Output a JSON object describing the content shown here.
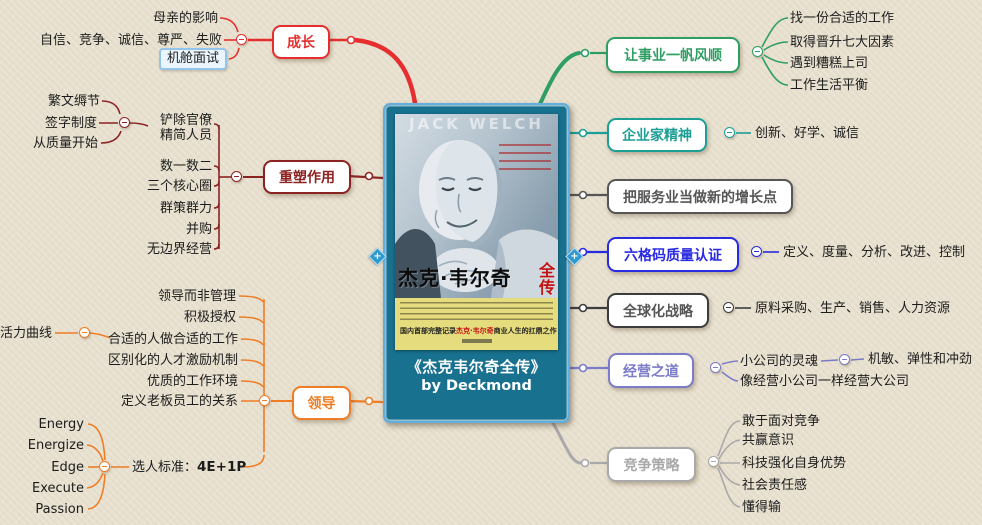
{
  "palette": {
    "background": "#e9e2d1",
    "growth_red": "#e62e2e",
    "reshape_maroon": "#8b2323",
    "lead_orange": "#ef7d25",
    "career_green": "#2f9e63",
    "entrepreneur_teal": "#1d9f96",
    "service_dark": "#565656",
    "sixsigma_blue": "#2a2ae0",
    "manage_purple": "#7b7bc8",
    "compete_gray": "#a9a9a9",
    "center_fill": "#17718f",
    "center_border": "#63aede",
    "highlight_border": "#93c4e9"
  },
  "center": {
    "cover_watermark": "JACK WELCH",
    "book_title_main": "杰克·韦尔奇",
    "book_title_suffix": "全传",
    "banner_pre": "国内首部完整记录",
    "banner_red": "杰克·韦尔奇",
    "banner_post": "商业人生的扛鼎之作",
    "caption_line1": "《杰克韦尔奇全传》",
    "caption_line2": "by Deckmond",
    "expand_plus": "+"
  },
  "nodes": {
    "growth": {
      "label": "成长",
      "children": {
        "mother": "母亲的影响",
        "traits": "自信、竞争、诚信、尊严、失败",
        "cabin": "机舱面试"
      }
    },
    "reshape": {
      "label": "重塑作用",
      "bureaucracy_line1": "铲除官僚",
      "bureaucracy_line2": "精简人员",
      "bureaucracy_children": {
        "redtape": "繁文缛节",
        "signature": "签字制度",
        "quality": "从质量开始"
      },
      "children": {
        "no12": "数一数二",
        "circles": "三个核心圈",
        "workout": "群策群力",
        "ma": "并购",
        "boundaryless": "无边界经营"
      }
    },
    "lead": {
      "label": "领导",
      "children": {
        "lead_not_manage": "领导而非管理",
        "delegate": "积极授权",
        "right_people": "合适的人做合适的工作",
        "vitality": "活力曲线",
        "differentiation": "区别化的人才激励机制",
        "environment": "优质的工作环境",
        "boss_relation": "定义老板员工的关系",
        "criteria_prefix": "选人标准：",
        "criteria_bold": "4E+1P",
        "e1": "Energy",
        "e2": "Energize",
        "e3": "Edge",
        "e4": "Execute",
        "e5": "Passion"
      }
    },
    "career": {
      "label": "让事业一帆风顺",
      "children": {
        "job": "找一份合适的工作",
        "promotion": "取得晋升七大因素",
        "bad_boss": "遇到糟糕上司",
        "balance": "工作生活平衡"
      }
    },
    "entrepreneur": {
      "label": "企业家精神",
      "children": {
        "traits": "创新、好学、诚信"
      }
    },
    "service": {
      "label": "把服务业当做新的增长点"
    },
    "sixsigma": {
      "label": "六格码质量认证",
      "children": {
        "dmaic": "定义、度量、分析、改进、控制"
      }
    },
    "global": {
      "label": "全球化战略",
      "children": {
        "chain": "原料采购、生产、销售、人力资源"
      }
    },
    "manage": {
      "label": "经营之道",
      "children": {
        "soul": "小公司的灵魂",
        "soul_traits": "机敏、弹性和冲劲",
        "run_big": "像经营小公司一样经营大公司"
      }
    },
    "compete": {
      "label": "竞争策略",
      "children": {
        "face": "敢于面对竞争",
        "winwin": "共赢意识",
        "tech": "科技强化自身优势",
        "responsibility": "社会责任感",
        "lose": "懂得输"
      }
    }
  }
}
